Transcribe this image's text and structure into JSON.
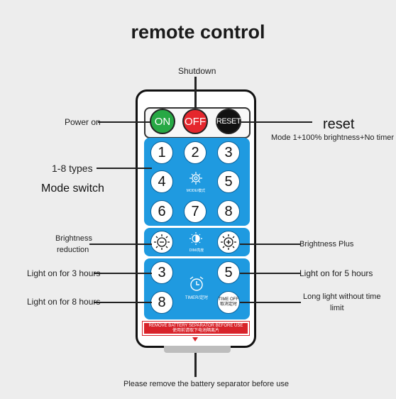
{
  "title": "remote control",
  "callouts": {
    "shutdown": "Shutdown",
    "power_on": "Power on",
    "reset": "reset",
    "reset_desc": "Mode 1+100% brightness+No timer",
    "types": "1-8 types",
    "mode_switch": "Mode switch",
    "brightness_reduction_1": "Brightness",
    "brightness_reduction_2": "reduction",
    "brightness_plus": "Brightness Plus",
    "light_3h": "Light on for 3 hours",
    "light_5h": "Light on for 5 hours",
    "light_8h": "Light on for 8 hours",
    "long_light_1": "Long light without time",
    "long_light_2": "limit",
    "battery_note": "Please remove the battery separator before use"
  },
  "remote": {
    "on": "ON",
    "off": "OFF",
    "reset": "RESET",
    "modes": [
      "1",
      "2",
      "3",
      "4",
      "5",
      "6",
      "7",
      "8"
    ],
    "mode_label": "MODE/模式",
    "dim_label": "DIM/亮度",
    "timer_nums": [
      "3",
      "5",
      "8"
    ],
    "timer_label": "TIMER/定时",
    "timer_off_1": "TIME OFF",
    "timer_off_2": "取消定时",
    "separator_1": "REMOVE BATTERY SEPARATOR BEFORE USE",
    "separator_2": "使用前请取下电池隔离片"
  },
  "colors": {
    "panel": "#1f9ae0",
    "on": "#27a844",
    "off": "#e5262c",
    "reset": "#111111",
    "separator": "#d8232a"
  },
  "icons": [
    "gear-icon",
    "sun-minus-icon",
    "half-sun-icon",
    "sun-plus-icon",
    "alarm-clock-icon"
  ]
}
